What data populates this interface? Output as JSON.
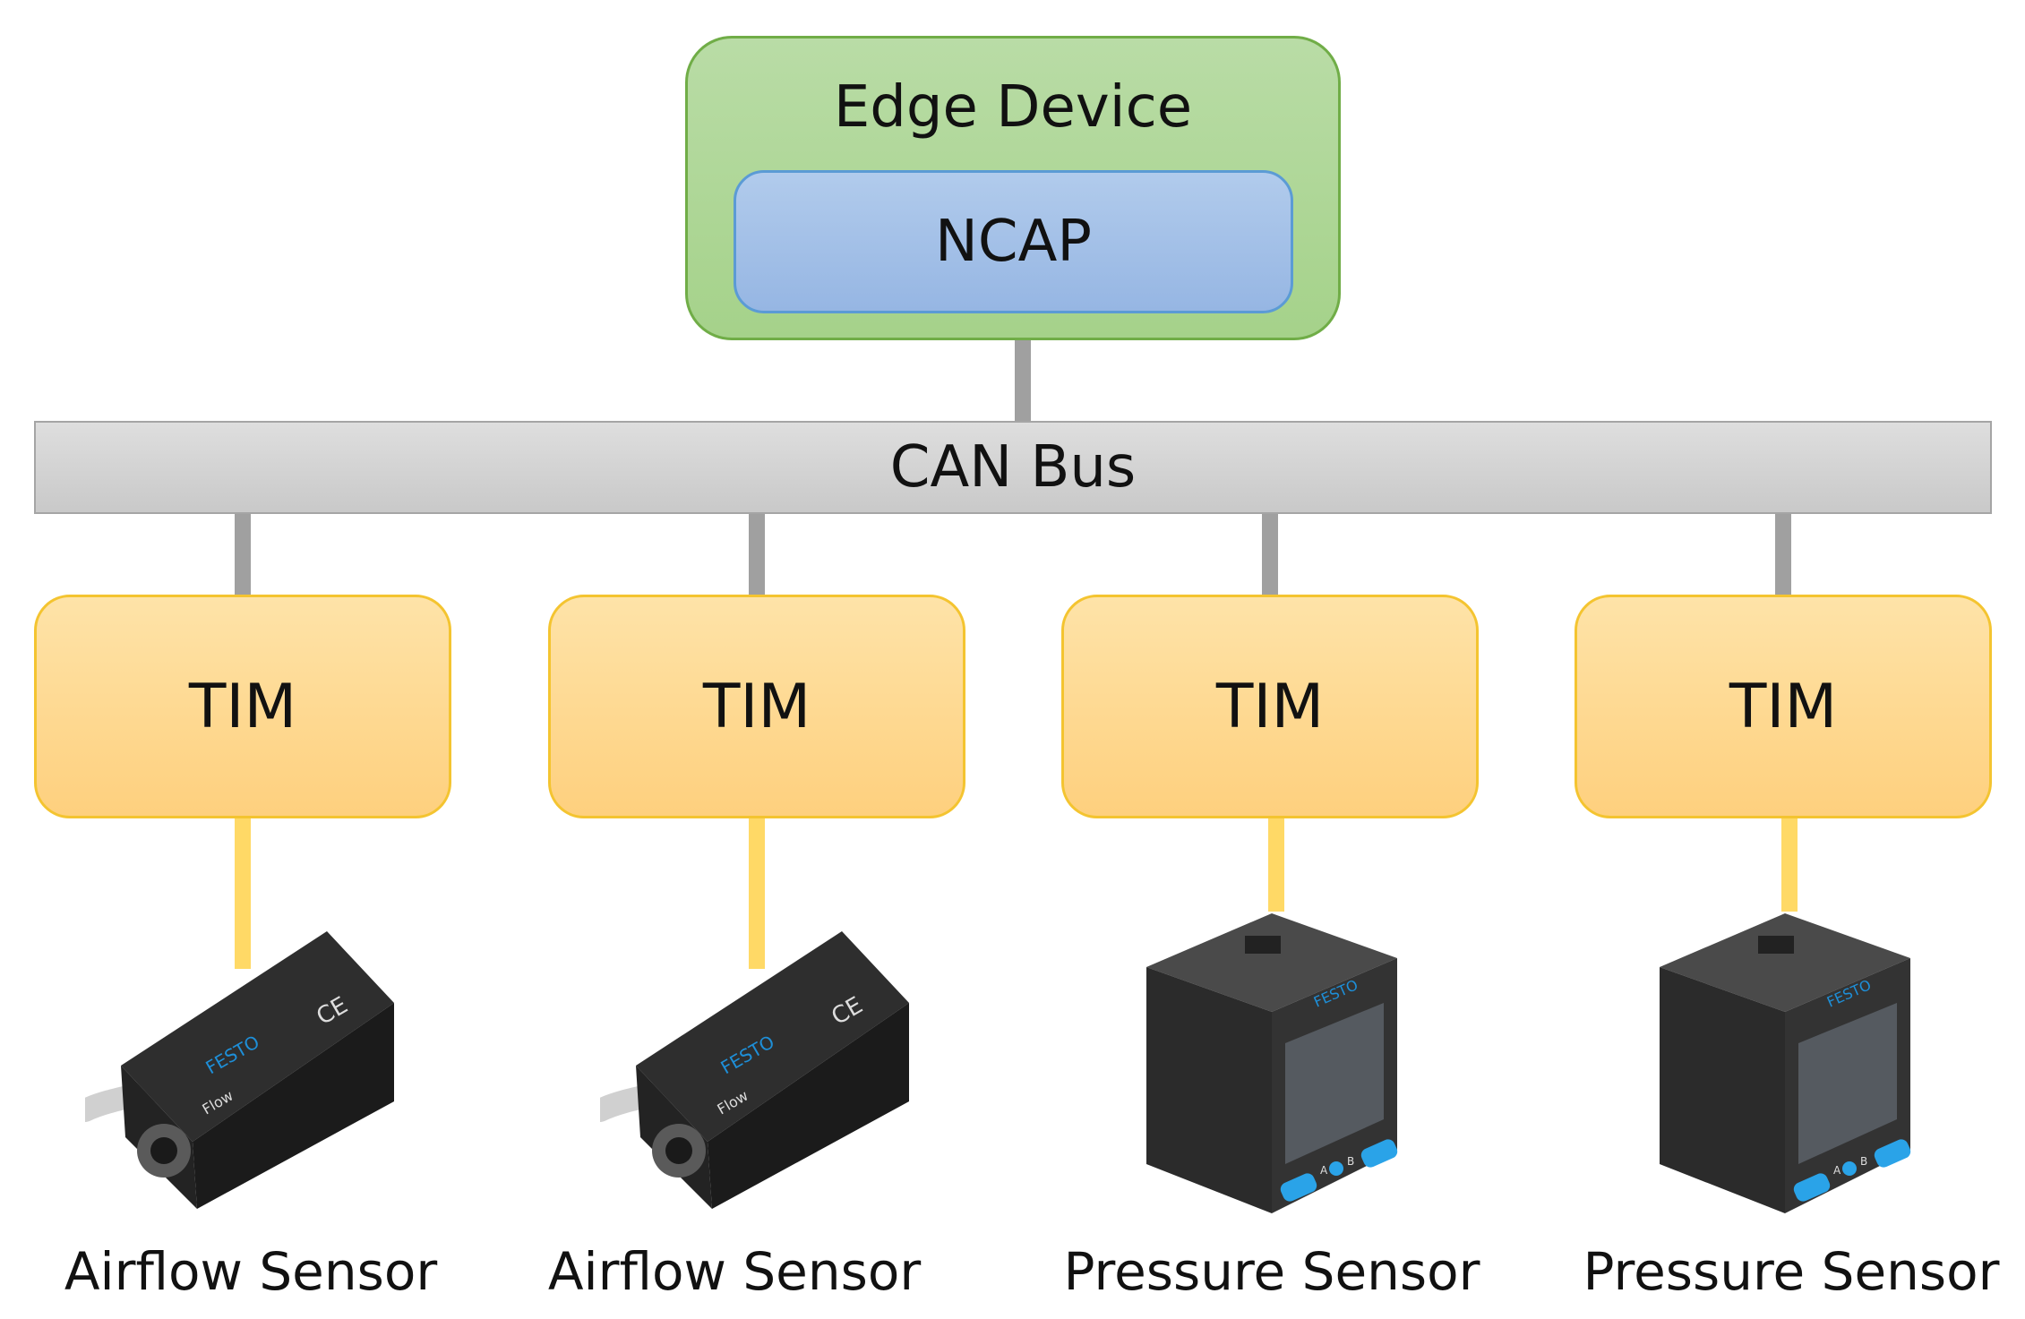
{
  "edge_device": {
    "title": "Edge Device",
    "ncap": "NCAP"
  },
  "bus": {
    "label": "CAN Bus"
  },
  "tims": [
    {
      "label": "TIM",
      "sensor": "Airflow Sensor",
      "sensor_type": "airflow-sensor-icon"
    },
    {
      "label": "TIM",
      "sensor": "Airflow Sensor",
      "sensor_type": "airflow-sensor-icon"
    },
    {
      "label": "TIM",
      "sensor": "Pressure Sensor",
      "sensor_type": "pressure-sensor-icon"
    },
    {
      "label": "TIM",
      "sensor": "Pressure Sensor",
      "sensor_type": "pressure-sensor-icon"
    }
  ],
  "sensor_markings": {
    "brand": "FESTO",
    "flow": "Flow",
    "ce": "CE",
    "button_a": "A",
    "button_b": "B"
  },
  "colors": {
    "edge_fill": "#a9d18e",
    "edge_border": "#70ad47",
    "ncap_fill": "#9dc3e6",
    "ncap_border": "#5b9bd5",
    "bus_fill": "#d0d0d0",
    "tim_fill": "#ffd98a",
    "tim_border": "#f4c430",
    "connector_gray": "#a0a0a0",
    "connector_yellow": "#ffd966"
  }
}
